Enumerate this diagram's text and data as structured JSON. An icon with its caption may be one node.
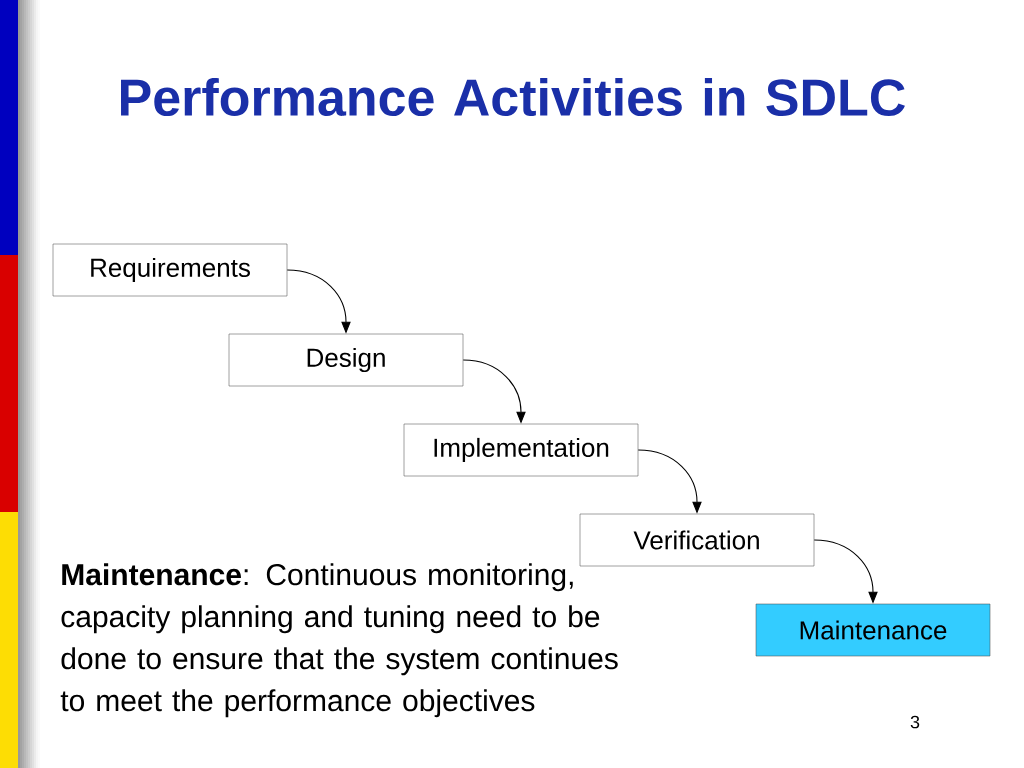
{
  "diagram": {
    "title": "Performance Activities in SDLC",
    "nodes": [
      {
        "text": [
          "Requirements"
        ]
      },
      {
        "text": [
          "Design"
        ]
      },
      {
        "text": [
          "Implementation"
        ]
      },
      {
        "text": [
          "Verification"
        ]
      },
      {
        "text": [
          "Maintenance"
        ]
      }
    ],
    "edges": [
      {
        "from": 0,
        "to": 1,
        "arrow": "to"
      },
      {
        "from": 1,
        "to": 2,
        "arrow": "to"
      },
      {
        "from": 2,
        "to": 3,
        "arrow": "to"
      },
      {
        "from": 3,
        "to": 4,
        "arrow": "to"
      }
    ],
    "labels": [
      "**Maintenance**: Continuous monitoring, capacity planning and tuning need to be done to ensure that the system continues to meet the performance objectives",
      "3"
    ]
  }
}
